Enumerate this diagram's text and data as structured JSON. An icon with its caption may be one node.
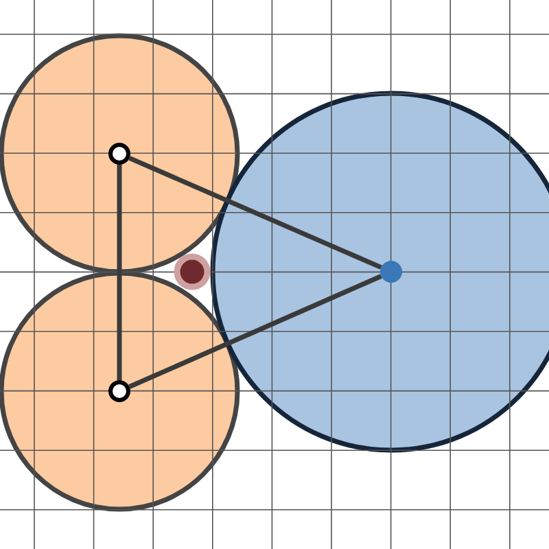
{
  "diagram": {
    "nodes": [
      {
        "text": [],
        "shape": "circle"
      },
      {
        "text": [],
        "shape": "circle",
        "in": 0
      },
      {
        "text": [],
        "shape": "circle"
      },
      {
        "text": [],
        "shape": "circle",
        "in": 2
      },
      {
        "text": [],
        "shape": "circle"
      },
      {
        "text": [],
        "shape": "circle",
        "in": 4
      },
      {
        "text": [],
        "shape": "circle"
      }
    ],
    "edges": [
      {
        "from": 1,
        "to": 3,
        "arrow": "none"
      },
      {
        "from": 1,
        "to": 5,
        "arrow": "none"
      },
      {
        "from": 3,
        "to": 5,
        "arrow": "none"
      }
    ]
  }
}
